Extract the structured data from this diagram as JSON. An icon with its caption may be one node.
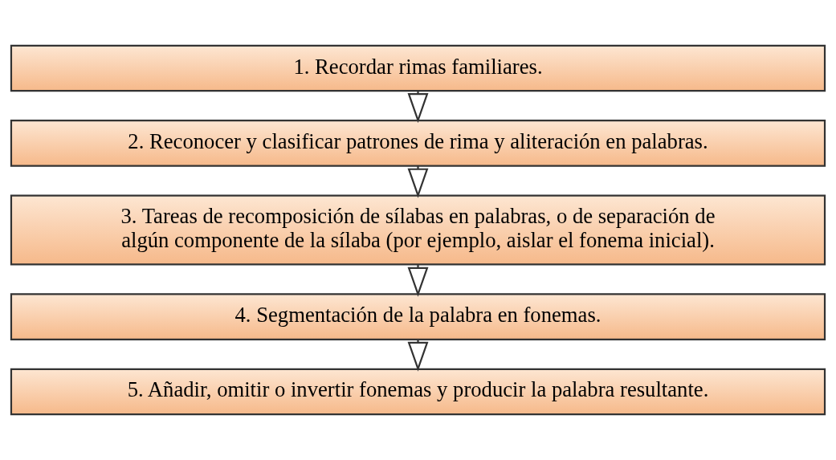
{
  "diagram": {
    "nodes": [
      {
        "text": [
          "1. Recordar rimas familiares."
        ]
      },
      {
        "text": [
          "2. Reconocer y clasificar patrones de rima y aliteración en palabras."
        ]
      },
      {
        "text": [
          "3. Tareas de recomposición de sílabas en palabras, o de separación de algún componente de la sílaba (por ejemplo, aislar el fonema inicial)."
        ]
      },
      {
        "text": [
          "4. Segmentación de la palabra en fonemas."
        ]
      },
      {
        "text": [
          "5. Añadir, omitir o invertir fonemas y producir la palabra resultante."
        ]
      }
    ],
    "edges": [
      {
        "from": 0,
        "to": 1,
        "arrow": "to"
      },
      {
        "from": 1,
        "to": 2,
        "arrow": "to"
      },
      {
        "from": 2,
        "to": 3,
        "arrow": "to"
      },
      {
        "from": 3,
        "to": 4,
        "arrow": "to"
      }
    ]
  }
}
